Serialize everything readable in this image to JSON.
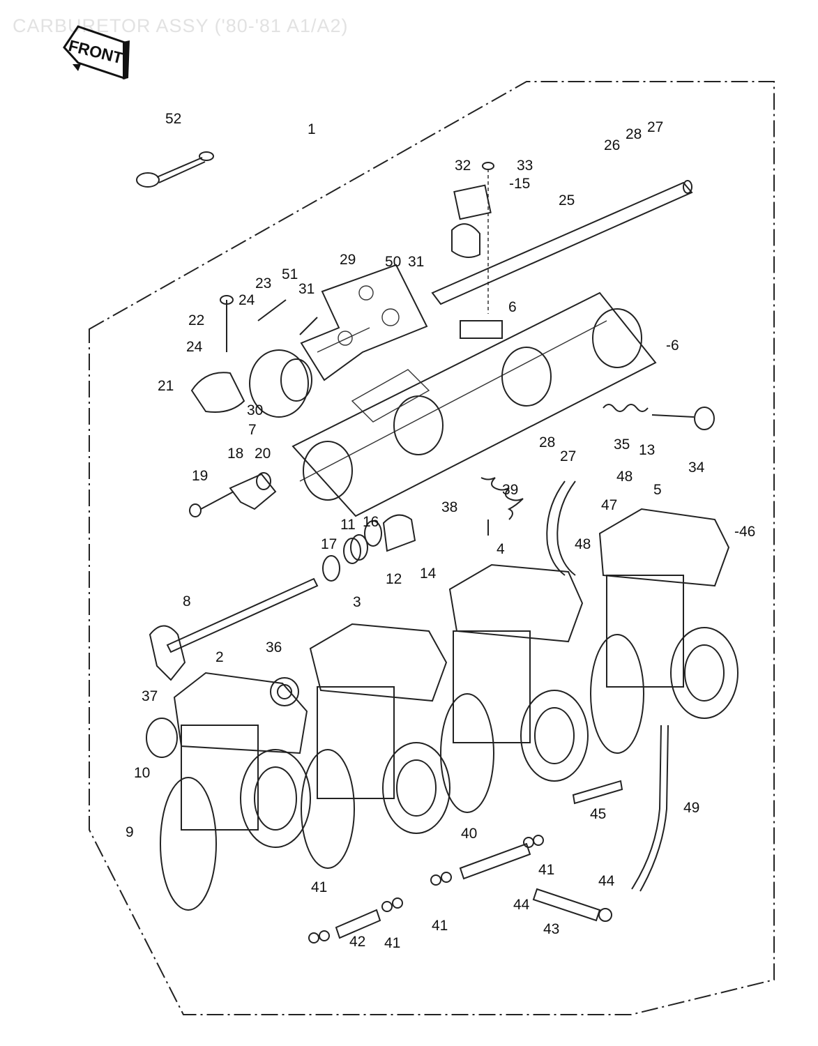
{
  "title": "CARBURETOR ASSY ('80-'81 A1/A2)",
  "front_label": "FRONT",
  "callouts": [
    {
      "id": "c52",
      "text": "52"
    },
    {
      "id": "c1",
      "text": "1"
    },
    {
      "id": "c32",
      "text": "32"
    },
    {
      "id": "c33",
      "text": "33"
    },
    {
      "id": "c15",
      "text": "-15"
    },
    {
      "id": "c26",
      "text": "26"
    },
    {
      "id": "c28a",
      "text": "28"
    },
    {
      "id": "c27a",
      "text": "27"
    },
    {
      "id": "c25",
      "text": "25"
    },
    {
      "id": "c29",
      "text": "29"
    },
    {
      "id": "c50",
      "text": "50"
    },
    {
      "id": "c31a",
      "text": "31"
    },
    {
      "id": "c51",
      "text": "51"
    },
    {
      "id": "c23",
      "text": "23"
    },
    {
      "id": "c24a",
      "text": "24"
    },
    {
      "id": "c31b",
      "text": "31"
    },
    {
      "id": "c22",
      "text": "22"
    },
    {
      "id": "c24b",
      "text": "24"
    },
    {
      "id": "c6a",
      "text": "6"
    },
    {
      "id": "c6b",
      "text": "-6"
    },
    {
      "id": "c21",
      "text": "21"
    },
    {
      "id": "c30",
      "text": "30"
    },
    {
      "id": "c7",
      "text": "7"
    },
    {
      "id": "c35",
      "text": "35"
    },
    {
      "id": "c13",
      "text": "13"
    },
    {
      "id": "c34",
      "text": "34"
    },
    {
      "id": "c18",
      "text": "18"
    },
    {
      "id": "c20",
      "text": "20"
    },
    {
      "id": "c28b",
      "text": "28"
    },
    {
      "id": "c27b",
      "text": "27"
    },
    {
      "id": "c48a",
      "text": "48"
    },
    {
      "id": "c19",
      "text": "19"
    },
    {
      "id": "c39",
      "text": "39"
    },
    {
      "id": "c38",
      "text": "38"
    },
    {
      "id": "c47",
      "text": "47"
    },
    {
      "id": "c5",
      "text": "5"
    },
    {
      "id": "c46",
      "text": "-46"
    },
    {
      "id": "c17",
      "text": "17"
    },
    {
      "id": "c11",
      "text": "11"
    },
    {
      "id": "c16",
      "text": "16"
    },
    {
      "id": "c48b",
      "text": "48"
    },
    {
      "id": "c12",
      "text": "12"
    },
    {
      "id": "c14",
      "text": "14"
    },
    {
      "id": "c4",
      "text": "4"
    },
    {
      "id": "c8",
      "text": "8"
    },
    {
      "id": "c3",
      "text": "3"
    },
    {
      "id": "c36",
      "text": "36"
    },
    {
      "id": "c2",
      "text": "2"
    },
    {
      "id": "c37",
      "text": "37"
    },
    {
      "id": "c10",
      "text": "10"
    },
    {
      "id": "c9",
      "text": "9"
    },
    {
      "id": "c45",
      "text": "45"
    },
    {
      "id": "c49",
      "text": "49"
    },
    {
      "id": "c40",
      "text": "40"
    },
    {
      "id": "c41a",
      "text": "41"
    },
    {
      "id": "c41b",
      "text": "41"
    },
    {
      "id": "c44a",
      "text": "44"
    },
    {
      "id": "c44b",
      "text": "44"
    },
    {
      "id": "c41c",
      "text": "41"
    },
    {
      "id": "c43",
      "text": "43"
    },
    {
      "id": "c42",
      "text": "42"
    },
    {
      "id": "c41d",
      "text": "41"
    }
  ]
}
